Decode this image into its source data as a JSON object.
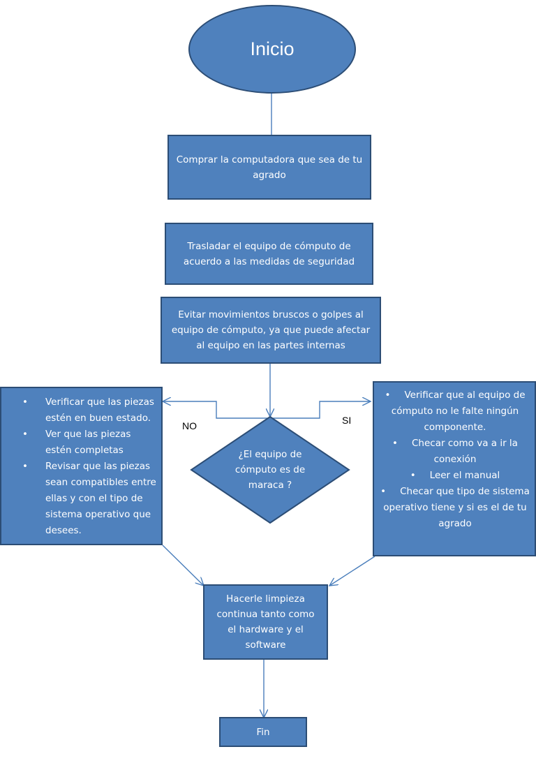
{
  "start": "Inicio",
  "step1": "Comprar la computadora que sea de tu agrado",
  "step2": "Trasladar el equipo de cómputo de acuerdo a las medidas de seguridad",
  "step3": "Evitar movimientos bruscos  o golpes al equipo de cómputo, ya que puede afectar al equipo en las partes internas",
  "decision": "¿El equipo de cómputo es de maraca ?",
  "label_no": "NO",
  "label_si": "SI",
  "no_list": [
    "Verificar que las piezas estén en buen estado.",
    "Ver que las piezas estén completas",
    "Revisar que las piezas sean compatibles entre ellas y con el tipo de  sistema operativo que desees."
  ],
  "si_list": [
    "Verificar que al equipo de cómputo no le falte ningún componente.",
    "Checar como va a ir la conexión",
    "Leer el manual",
    "Checar que tipo de sistema operativo tiene y si es el de tu agrado"
  ],
  "step4": "Hacerle limpieza continua tanto como el hardware y el software",
  "end": "Fin",
  "colors": {
    "fill": "#4f81bd",
    "border": "#2c4d75",
    "connector": "#4a7ebb"
  }
}
